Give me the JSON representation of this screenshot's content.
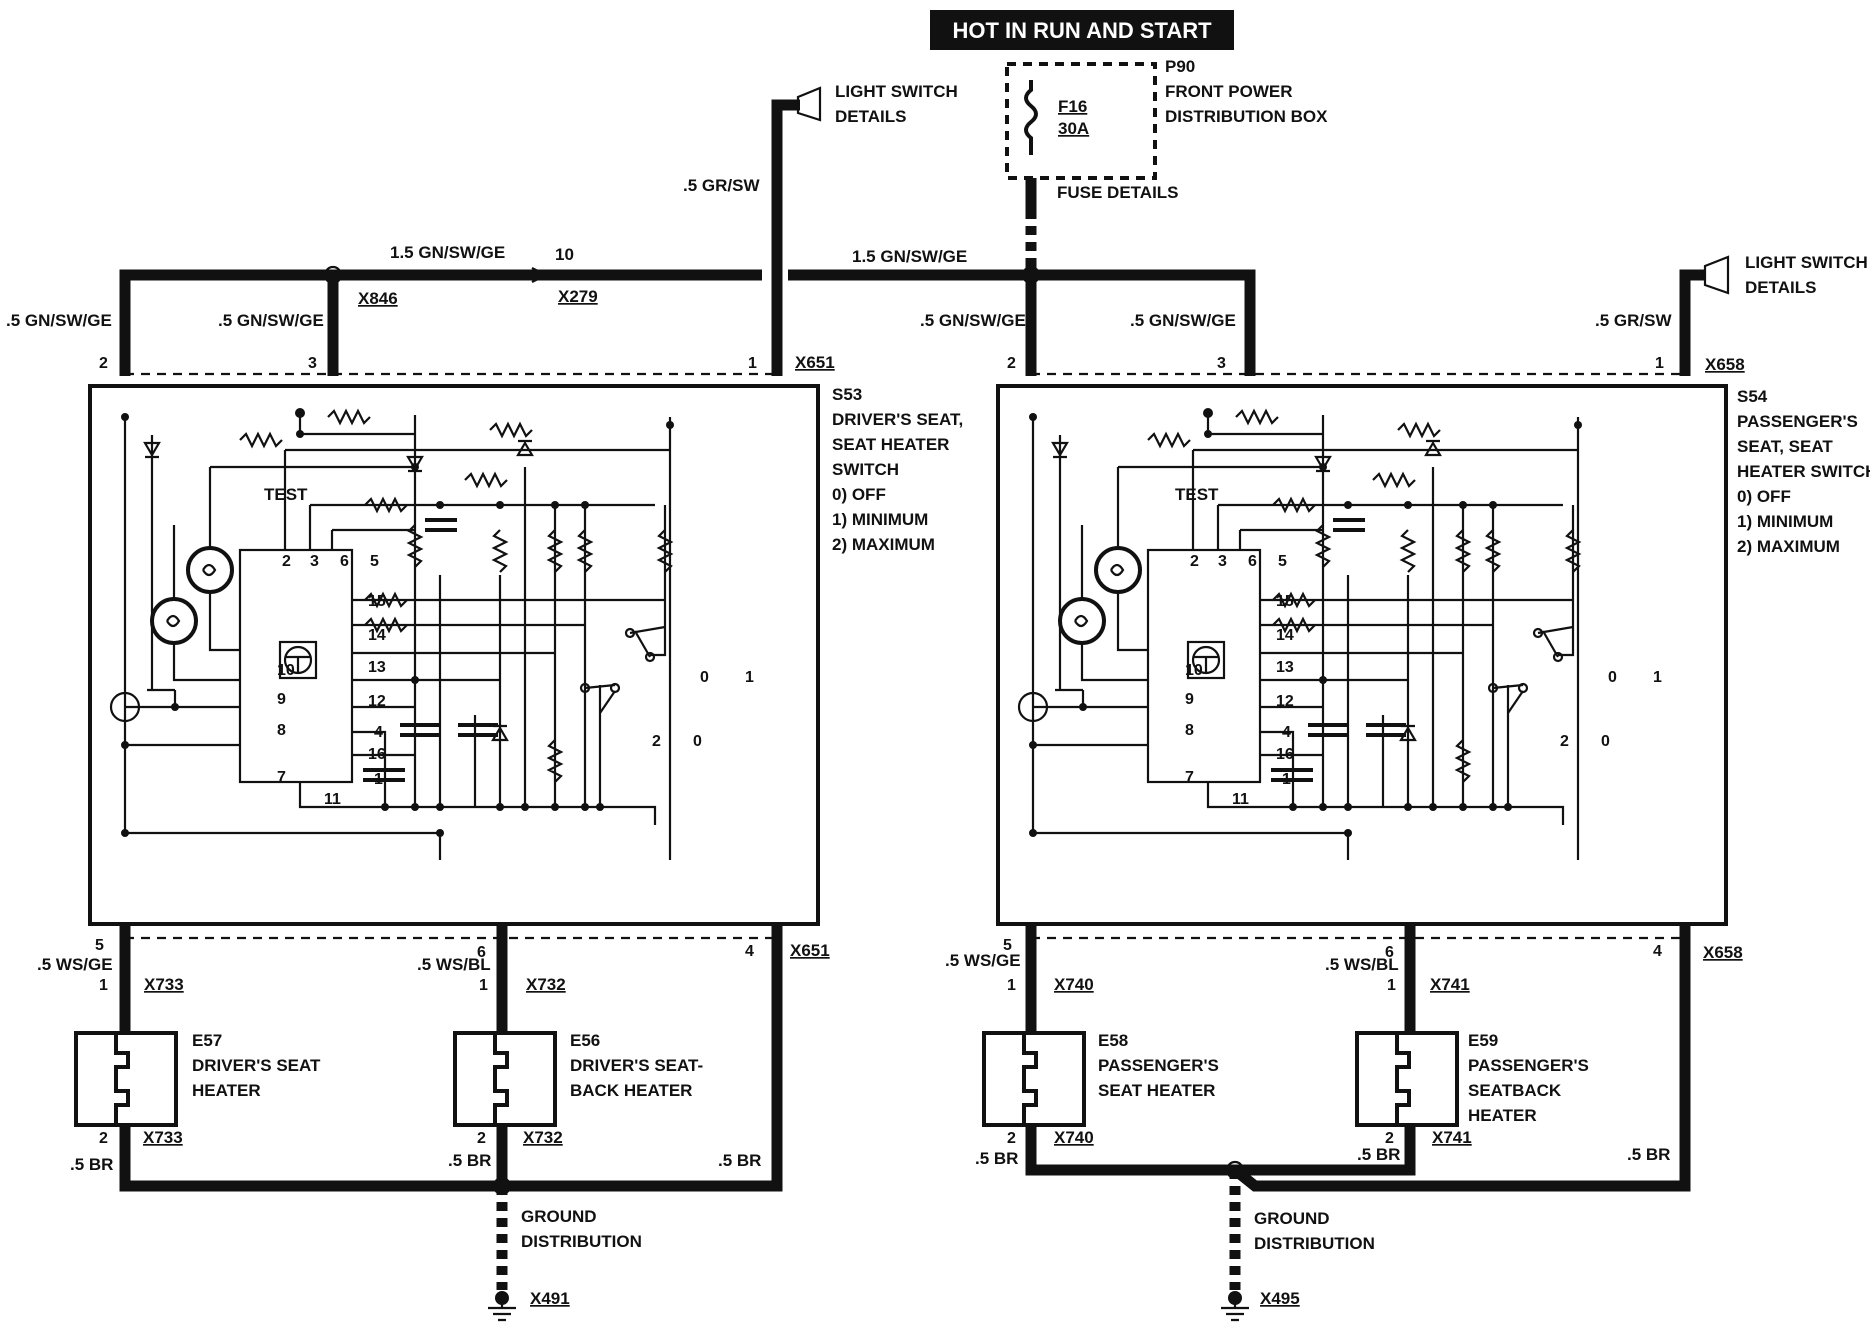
{
  "header": {
    "hot_label": "HOT IN RUN AND START"
  },
  "fuse": {
    "box_id": "P90",
    "box_name_1": "FRONT POWER",
    "box_name_2": "DISTRIBUTION BOX",
    "fuse_id": "F16",
    "fuse_rating": "30A",
    "details": "FUSE DETAILS"
  },
  "driver": {
    "light_switch_1": "LIGHT SWITCH",
    "light_switch_2": "DETAILS",
    "wire_light": ".5 GR/SW",
    "wire_main": "1.5 GN/SW/GE",
    "pin_10": "10",
    "conn_x846": "X846",
    "conn_x279": "X279",
    "wire_left": ".5 GN/SW/GE",
    "wire_mid": ".5 GN/SW/GE",
    "pin_2": "2",
    "pin_3": "3",
    "pin_1": "1",
    "conn_top": "X651",
    "switch_id": "S53",
    "switch_name": [
      "DRIVER'S SEAT,",
      "SEAT HEATER",
      "SWITCH"
    ],
    "positions": [
      "0)   OFF",
      "1)   MINIMUM",
      "2)   MAXIMUM"
    ],
    "test": "TEST",
    "ic_pins_top": [
      "2",
      "3",
      "6",
      "5"
    ],
    "ic_pins_right": [
      "15",
      "14",
      "13",
      "12",
      "4",
      "16",
      "1"
    ],
    "ic_pins_left": [
      "10",
      "9",
      "8",
      "7"
    ],
    "ic_pin_bottom": "11",
    "sw_labels": [
      "0",
      "1",
      "2",
      "0"
    ],
    "pin_5": "5",
    "pin_6": "6",
    "pin_4": "4",
    "conn_bottom": "X651",
    "wire_ws_ge": ".5 WS/GE",
    "wire_ws_bl": ".5 WS/BL",
    "pin_1a": "1",
    "pin_1b": "1",
    "conn_x733": "X733",
    "conn_x732": "X732",
    "heater1_id": "E57",
    "heater1_name": [
      "DRIVER'S SEAT",
      "HEATER"
    ],
    "heater2_id": "E56",
    "heater2_name": [
      "DRIVER'S SEAT-",
      "BACK HEATER"
    ],
    "pin_2a": "2",
    "pin_2b": "2",
    "conn_x733b": "X733",
    "conn_x732b": "X732",
    "wire_br1": ".5 BR",
    "wire_br2": ".5 BR",
    "wire_br3": ".5 BR",
    "ground_1": "GROUND",
    "ground_2": "DISTRIBUTION",
    "ground_id": "X491"
  },
  "passenger": {
    "light_switch_1": "LIGHT SWITCH",
    "light_switch_2": "DETAILS",
    "wire_light": ".5 GR/SW",
    "wire_main": "1.5 GN/SW/GE",
    "wire_left": ".5 GN/SW/GE",
    "wire_mid": ".5 GN/SW/GE",
    "pin_2": "2",
    "pin_3": "3",
    "pin_1": "1",
    "conn_top": "X658",
    "switch_id": "S54",
    "switch_name": [
      "PASSENGER'S",
      "SEAT, SEAT",
      "HEATER SWITCH"
    ],
    "positions": [
      "0)   OFF",
      "1)   MINIMUM",
      "2)   MAXIMUM"
    ],
    "test": "TEST",
    "ic_pins_top": [
      "2",
      "3",
      "6",
      "5"
    ],
    "ic_pins_right": [
      "15",
      "14",
      "13",
      "12",
      "4",
      "16",
      "1"
    ],
    "ic_pins_left": [
      "10",
      "9",
      "8",
      "7"
    ],
    "ic_pin_bottom": "11",
    "sw_labels": [
      "0",
      "1",
      "2",
      "0"
    ],
    "pin_5": "5",
    "pin_6": "6",
    "pin_4": "4",
    "conn_bottom": "X658",
    "wire_ws_ge": ".5 WS/GE",
    "wire_ws_bl": ".5 WS/BL",
    "pin_1a": "1",
    "pin_1b": "1",
    "conn_x740": "X740",
    "conn_x741": "X741",
    "heater1_id": "E58",
    "heater1_name": [
      "PASSENGER'S",
      "SEAT HEATER"
    ],
    "heater2_id": "E59",
    "heater2_name": [
      "PASSENGER'S",
      "SEATBACK",
      "HEATER"
    ],
    "pin_2a": "2",
    "pin_2b": "2",
    "conn_x740b": "X740",
    "conn_x741b": "X741",
    "wire_br1": ".5 BR",
    "wire_br2": ".5 BR",
    "wire_br3": ".5 BR",
    "ground_1": "GROUND",
    "ground_2": "DISTRIBUTION",
    "ground_id": "X495"
  }
}
